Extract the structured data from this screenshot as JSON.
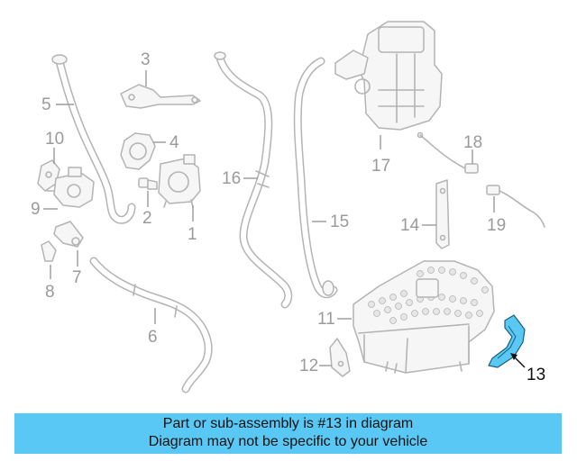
{
  "callouts": {
    "c1": "1",
    "c2": "2",
    "c3": "3",
    "c4": "4",
    "c5": "5",
    "c6": "6",
    "c7": "7",
    "c8": "8",
    "c9": "9",
    "c10": "10",
    "c11": "11",
    "c12": "12",
    "c13": "13",
    "c14": "14",
    "c15": "15",
    "c16": "16",
    "c17": "17",
    "c18": "18",
    "c19": "19"
  },
  "highlight": {
    "part": "13",
    "color": "#5ac8f5"
  },
  "caption": {
    "line1": "Part or sub-assembly is #13 in diagram",
    "line2": "Diagram may not be specific to your vehicle",
    "background": "#5ac8f5"
  }
}
